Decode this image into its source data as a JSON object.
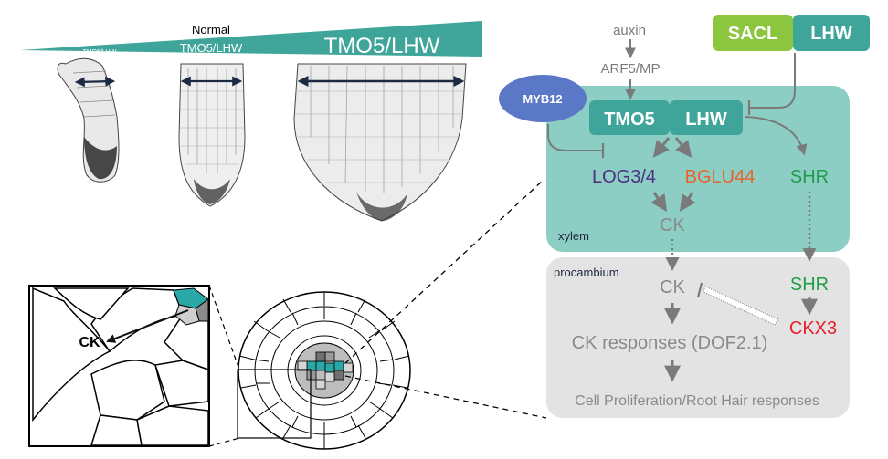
{
  "gradient": {
    "normal_label": "Normal",
    "labels": [
      "TMO5/LHW",
      "TMO5/LHW",
      "TMO5/LHW"
    ],
    "color": "#3fa59a"
  },
  "pathway": {
    "auxin": "auxin",
    "arf": "ARF5/MP",
    "sacl": "SACL",
    "lhw_top": "LHW",
    "myb12": "MYB12",
    "tmo5": "TMO5",
    "lhw": "LHW",
    "log": "LOG3/4",
    "bglu": "BGLU44",
    "shr_xylem": "SHR",
    "ck_xylem": "CK",
    "xylem_label": "xylem",
    "procambium_label": "procambium",
    "ck_procambium": "CK",
    "shr_procambium": "SHR",
    "ckx": "CKX3",
    "ck_responses": "CK responses (DOF2.1)",
    "final": "Cell Proliferation/Root Hair responses"
  },
  "zoom": {
    "ck_label": "CK"
  },
  "colors": {
    "xylem_bg": "#8ccdc4",
    "procambium_bg": "#e3e3e3",
    "tmo5_box": "#3fa59a",
    "sacl_box": "#8cc63f",
    "lhw_top_box": "#3fa59a",
    "myb12": "#5b78c7",
    "log": "#4b2e83",
    "bglu": "#e8632a",
    "shr": "#1e9e48",
    "ckx": "#e8202a",
    "gray_text": "#8a8a8a",
    "cyan_cells": "#2aa8a8"
  }
}
